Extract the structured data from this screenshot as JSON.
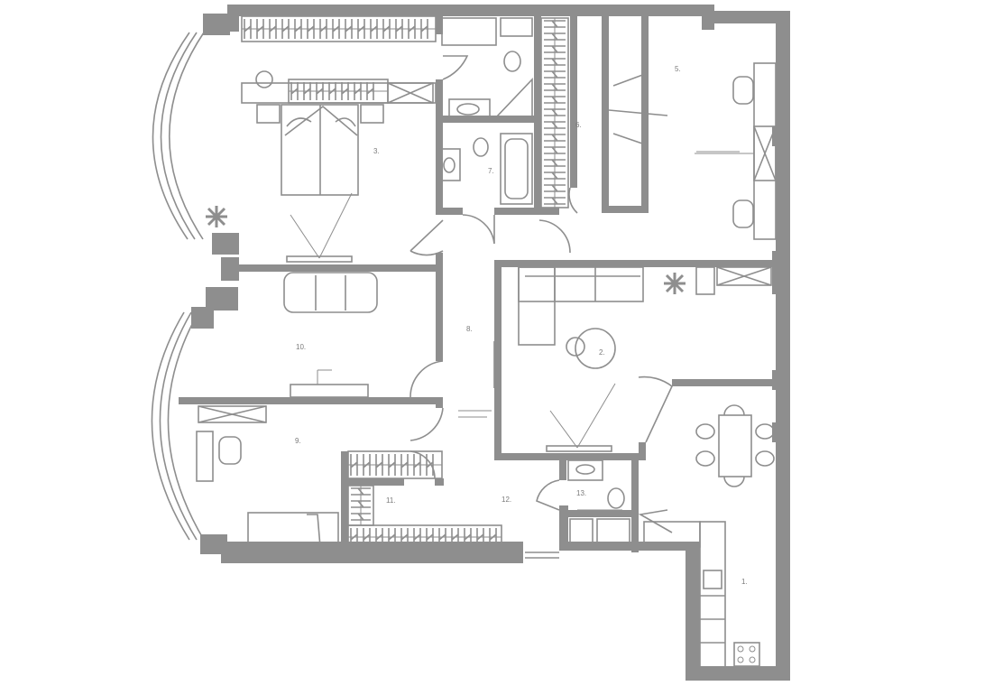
{
  "rooms": [
    {
      "id": "kitchen",
      "label": "1."
    },
    {
      "id": "living",
      "label": "2."
    },
    {
      "id": "bedroom",
      "label": "3."
    },
    {
      "id": "study",
      "label": "5."
    },
    {
      "id": "dressing",
      "label": "6."
    },
    {
      "id": "bathroom",
      "label": "7."
    },
    {
      "id": "corridor",
      "label": "8."
    },
    {
      "id": "bedroom-2",
      "label": "9."
    },
    {
      "id": "bedroom-3",
      "label": "10."
    },
    {
      "id": "storage",
      "label": "11."
    },
    {
      "id": "hall",
      "label": "12."
    },
    {
      "id": "wc",
      "label": "13."
    }
  ],
  "colors": {
    "walls": "#8e8e8e",
    "background": "#ffffff"
  }
}
